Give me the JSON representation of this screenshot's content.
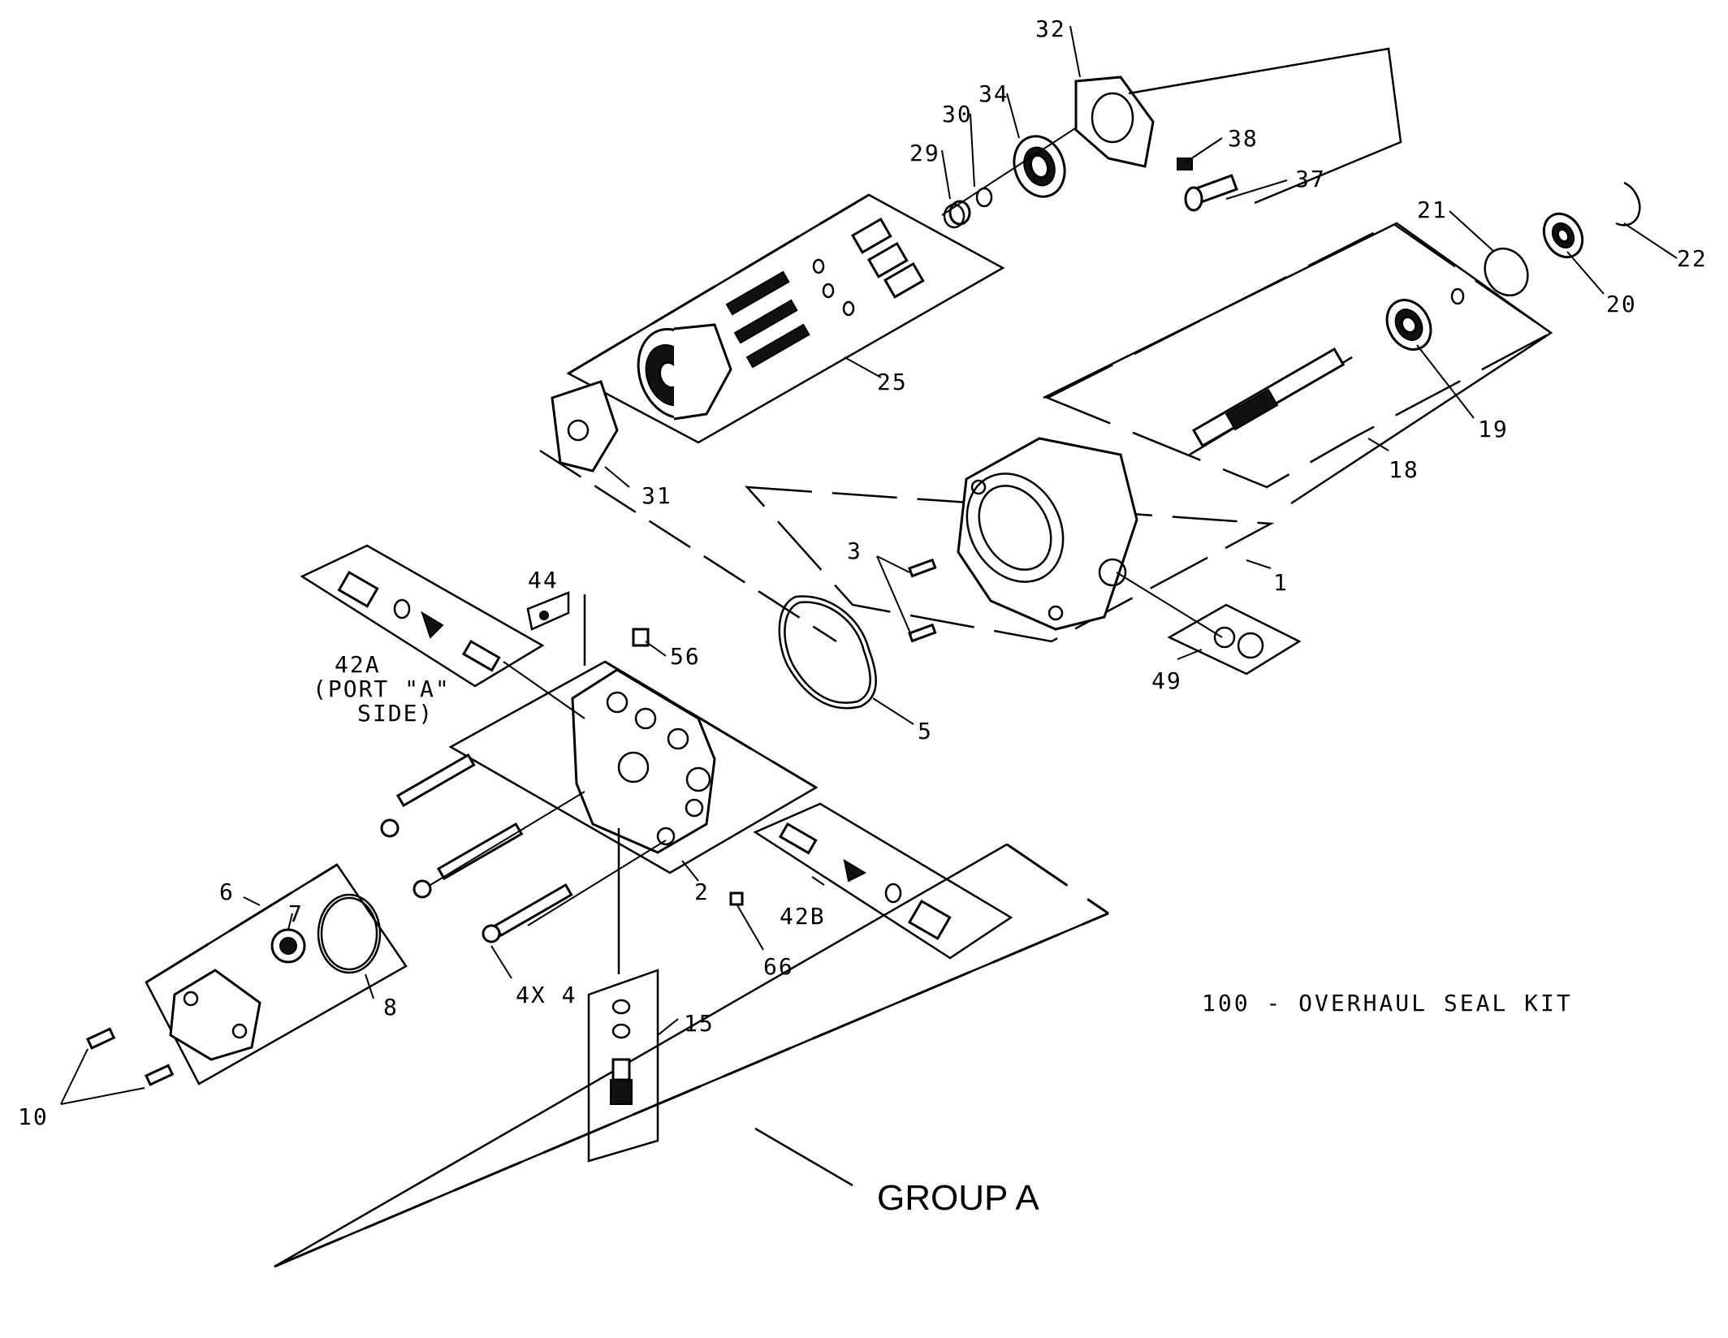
{
  "callouts": {
    "c1": "1",
    "c2": "2",
    "c3": "3",
    "c4": "4X 4",
    "c5": "5",
    "c6": "6",
    "c7": "7",
    "c8": "8",
    "c10": "10",
    "c15": "15",
    "c18": "18",
    "c19": "19",
    "c20": "20",
    "c21": "21",
    "c22": "22",
    "c25": "25",
    "c29": "29",
    "c30": "30",
    "c31": "31",
    "c32": "32",
    "c34": "34",
    "c37": "37",
    "c38": "38",
    "c42a": "42A",
    "c42a_l2": "(PORT \"A\"",
    "c42a_l3": "SIDE)",
    "c42b": "42B",
    "c44": "44",
    "c49": "49",
    "c56": "56",
    "c66": "66"
  },
  "group_label": "GROUP A",
  "note": "100 - OVERHAUL SEAL KIT"
}
